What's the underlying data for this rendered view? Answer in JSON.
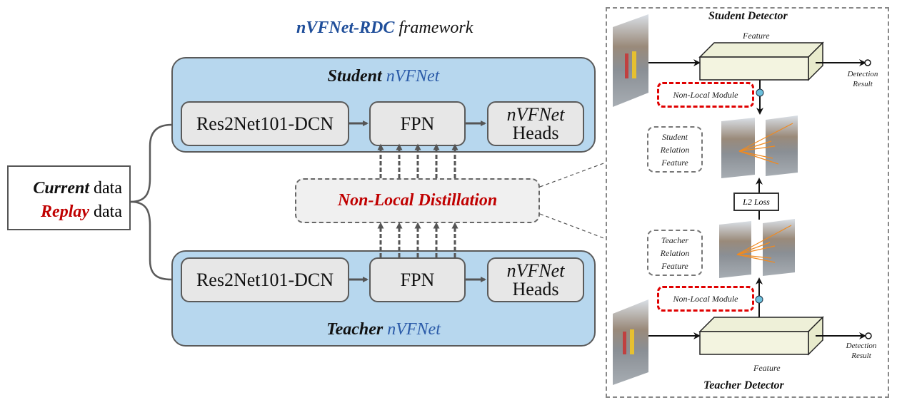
{
  "title": {
    "highlight": "nVFNet-RDC",
    "rest": " framework",
    "highlight_color": "#1f4e9a"
  },
  "input": {
    "current_word": "Current",
    "current_suffix": " data",
    "replay_word": "Replay",
    "replay_suffix": " data",
    "replay_color": "#c00000"
  },
  "student": {
    "role": "Student",
    "model": " nVFNet",
    "modules": {
      "backbone": "Res2Net101-DCN",
      "neck": "FPN",
      "heads_top": "nVFNet",
      "heads_bottom": "Heads"
    }
  },
  "teacher": {
    "role": "Teacher",
    "model": " nVFNet",
    "modules": {
      "backbone": "Res2Net101-DCN",
      "neck": "FPN",
      "heads_top": "nVFNet",
      "heads_bottom": "Heads"
    }
  },
  "distillation": {
    "label": "Non-Local Distillation",
    "feature_arrow_count": 5
  },
  "detail_panel": {
    "student_detector": "Student Detector",
    "teacher_detector": "Teacher Detector",
    "feature_label": "Feature",
    "detection_result_line1": "Detection",
    "detection_result_line2": "Result",
    "non_local_module": "Non-Local Module",
    "student_relation": [
      "Student",
      "Relation",
      "Feature"
    ],
    "teacher_relation": [
      "Teacher",
      "Relation",
      "Feature"
    ],
    "loss": "L2 Loss"
  },
  "colors": {
    "network_fill": "#b7d7ee",
    "module_fill": "#e7e7e7",
    "accent_red": "#c00000",
    "model_blue": "#2a5aa8"
  }
}
